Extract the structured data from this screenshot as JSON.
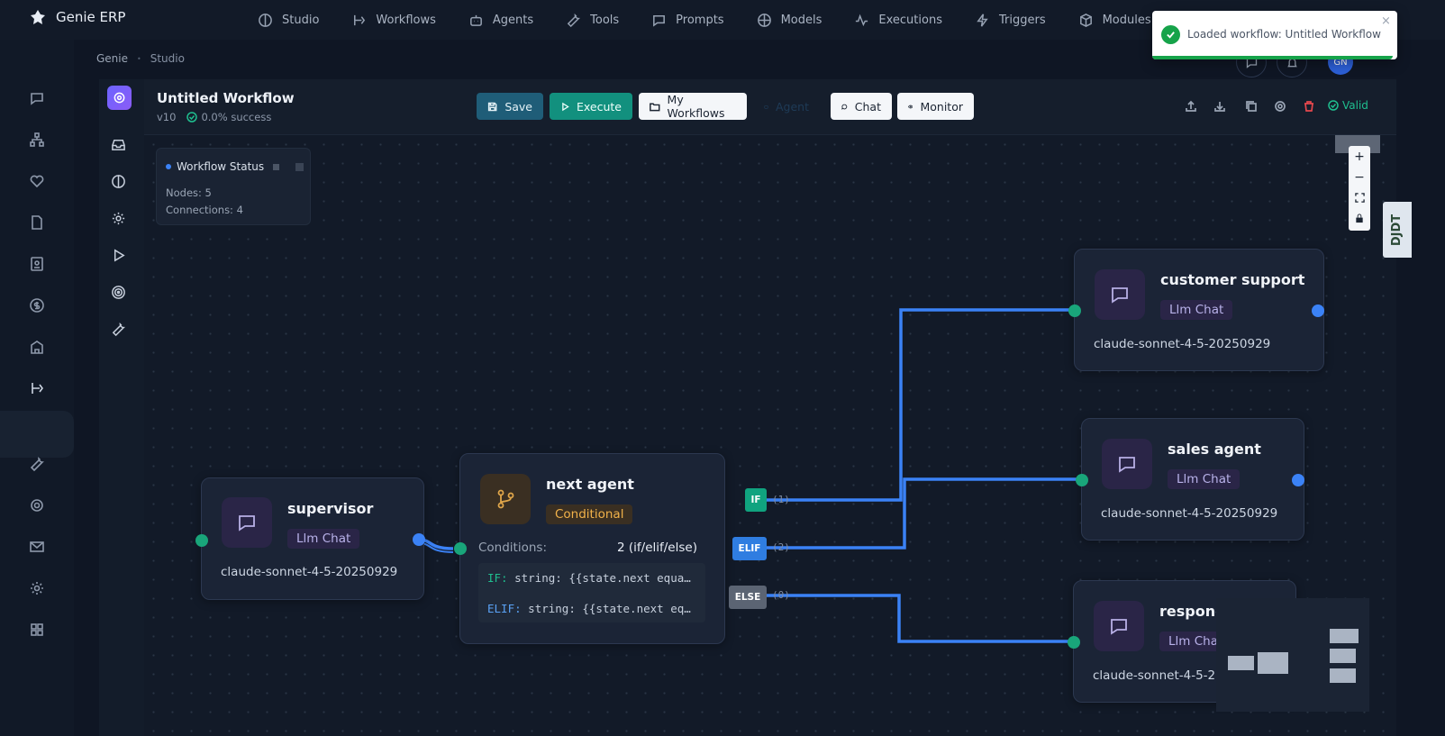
{
  "app": {
    "name": "Genie ERP"
  },
  "topnav": [
    {
      "label": "Studio",
      "icon": "brain-icon"
    },
    {
      "label": "Workflows",
      "icon": "workflow-icon"
    },
    {
      "label": "Agents",
      "icon": "robot-icon"
    },
    {
      "label": "Tools",
      "icon": "wrench-icon"
    },
    {
      "label": "Prompts",
      "icon": "message-icon"
    },
    {
      "label": "Models",
      "icon": "model-icon"
    },
    {
      "label": "Executions",
      "icon": "activity-icon"
    },
    {
      "label": "Triggers",
      "icon": "lightning-icon"
    },
    {
      "label": "Modules",
      "icon": "cube-icon"
    }
  ],
  "breadcrumb": {
    "root": "Genie",
    "current": "Studio"
  },
  "workflow": {
    "title": "Untitled Workflow",
    "version": "v10",
    "success": "0.0% success",
    "valid_label": "Valid"
  },
  "toolbar": {
    "save": "Save",
    "execute": "Execute",
    "my_workflows": "My Workflows",
    "agent": "Agent",
    "chat": "Chat",
    "monitor": "Monitor"
  },
  "status_panel": {
    "title": "Workflow Status",
    "nodes": "Nodes: 5",
    "connections": "Connections: 4"
  },
  "nodes": {
    "supervisor": {
      "title": "supervisor",
      "badge": "Llm Chat",
      "model": "claude-sonnet-4-5-20250929"
    },
    "next_agent": {
      "title": "next agent",
      "badge": "Conditional",
      "conditions_label": "Conditions:",
      "conditions_value": "2 (if/elif/else)",
      "if_key": "IF:",
      "if_text": "string: {{state.next equa…",
      "elif_key": "ELIF:",
      "elif_text": "string: {{state.next eq…"
    },
    "customer_support": {
      "title": "customer support",
      "badge": "Llm Chat",
      "model": "claude-sonnet-4-5-20250929"
    },
    "sales_agent": {
      "title": "sales agent",
      "badge": "Llm Chat",
      "model": "claude-sonnet-4-5-20250929"
    },
    "respond": {
      "title": "respond",
      "badge": "Llm Chat",
      "model": "claude-sonnet-4-5-2"
    }
  },
  "branches": {
    "if": {
      "label": "IF",
      "count": "(1)",
      "color": "#10a37f"
    },
    "elif": {
      "label": "ELIF",
      "count": "(2)",
      "color": "#2f7de1"
    },
    "else": {
      "label": "ELSE",
      "count": "(0)",
      "color": "#5b6473"
    }
  },
  "zoom": {
    "plus": "+",
    "minus": "−"
  },
  "avatar_initials": "GN",
  "djdt": "DJDT",
  "toast": {
    "message": "Loaded workflow: Untitled Workflow",
    "close": "×",
    "progress": 0.98
  },
  "colors": {
    "accent": "#3b82f6",
    "success": "#16a34a",
    "teal": "#12907e",
    "node_bg": "#1b2436"
  }
}
